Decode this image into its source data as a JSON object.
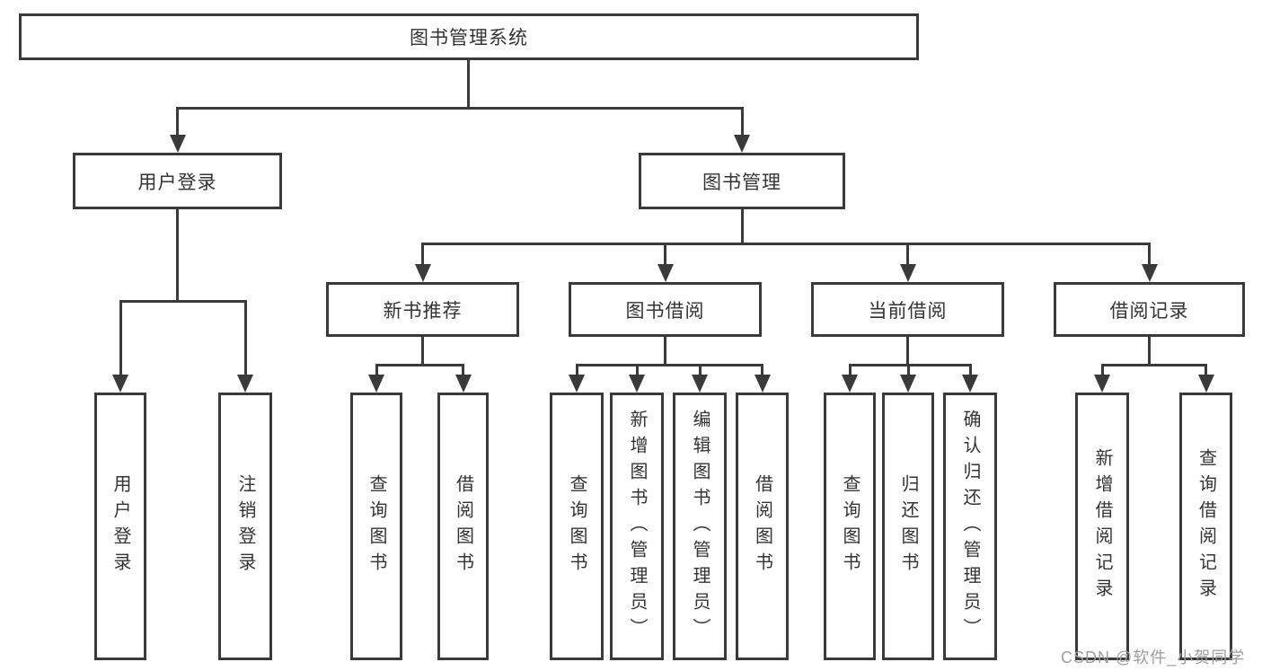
{
  "diagram": {
    "root": {
      "label": "图书管理系统"
    },
    "branches": [
      {
        "label": "用户登录",
        "children": [
          {
            "label": "用户登录"
          },
          {
            "label": "注销登录"
          }
        ]
      },
      {
        "label": "图书管理",
        "children": [
          {
            "label": "新书推荐",
            "children": [
              {
                "label": "查询图书"
              },
              {
                "label": "借阅图书"
              }
            ]
          },
          {
            "label": "图书借阅",
            "children": [
              {
                "label": "查询图书"
              },
              {
                "label": "新增图书（管理员）"
              },
              {
                "label": "编辑图书（管理员）"
              },
              {
                "label": "借阅图书"
              }
            ]
          },
          {
            "label": "当前借阅",
            "children": [
              {
                "label": "查询图书"
              },
              {
                "label": "归还图书"
              },
              {
                "label": "确认归还（管理员）"
              }
            ]
          },
          {
            "label": "借阅记录",
            "children": [
              {
                "label": "新增借阅记录"
              },
              {
                "label": "查询借阅记录"
              }
            ]
          }
        ]
      }
    ]
  },
  "watermark": {
    "text": "CSDN @软件_小贺同学"
  },
  "colors": {
    "line": "#3a3a3a",
    "text": "#333333",
    "muted": "#9d9d9d"
  }
}
